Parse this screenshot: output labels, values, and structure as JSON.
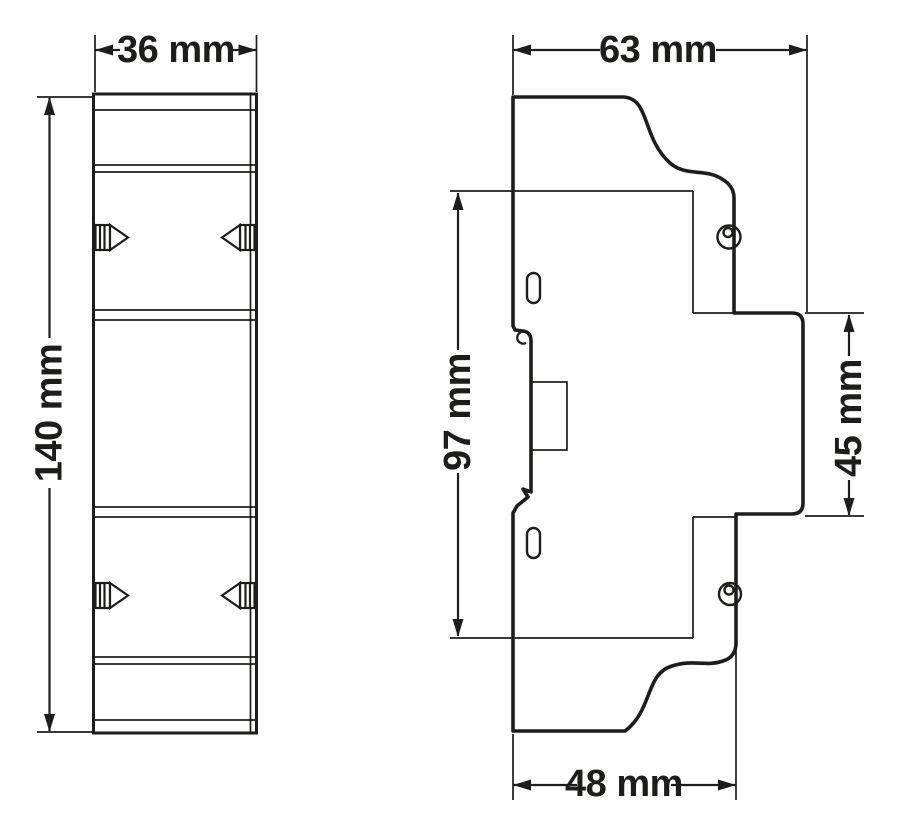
{
  "drawing": {
    "views": {
      "front": {
        "width_label": "36 mm",
        "height_label": "140 mm"
      },
      "side": {
        "overall_depth_label": "63 mm",
        "rail_section_height_label": "97 mm",
        "center_section_height_label": "45 mm",
        "base_depth_label": "48 mm"
      }
    },
    "colors": {
      "line": "#1d1d1b",
      "background": "#ffffff"
    }
  }
}
